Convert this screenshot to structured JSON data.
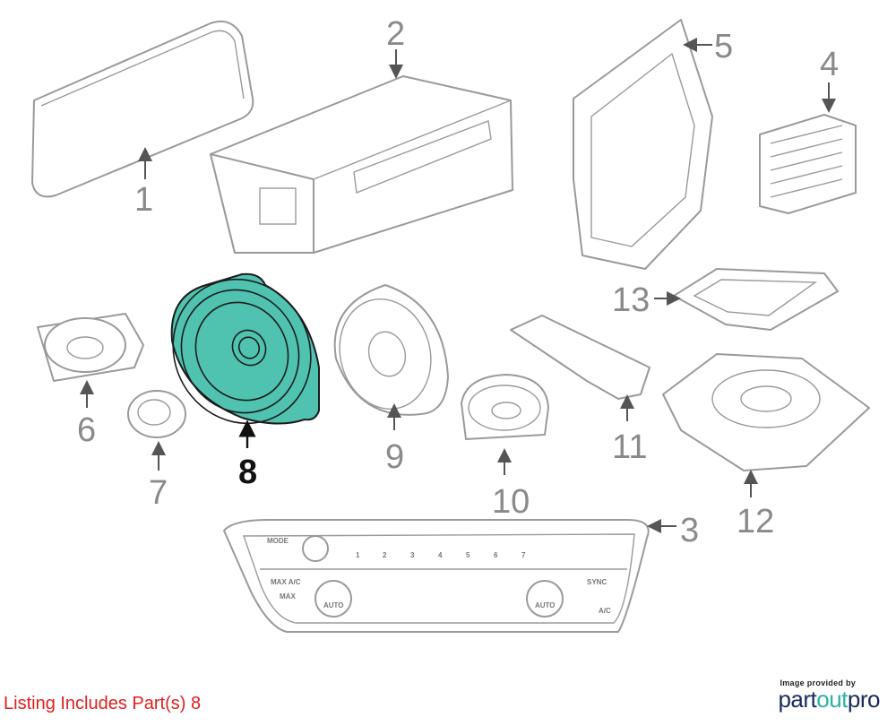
{
  "diagram": {
    "highlight_color": "#4fc3b0",
    "callouts": [
      "1",
      "2",
      "3",
      "4",
      "5",
      "6",
      "7",
      "8",
      "9",
      "10",
      "11",
      "12",
      "13"
    ],
    "selected_callout": "8",
    "control_panel": {
      "buttons": [
        "MODE",
        "MAX A/C",
        "MAX",
        "AUTO",
        "AUTO",
        "SYNC",
        "A/C"
      ],
      "presets": [
        "1",
        "2",
        "3",
        "4",
        "5",
        "6",
        "7"
      ]
    }
  },
  "footer": {
    "listing_text": "Listing Includes Part(s) 8",
    "credit_caption": "Image provided by",
    "logo_part1": "part",
    "logo_part2": "out",
    "logo_part3": "pro"
  }
}
